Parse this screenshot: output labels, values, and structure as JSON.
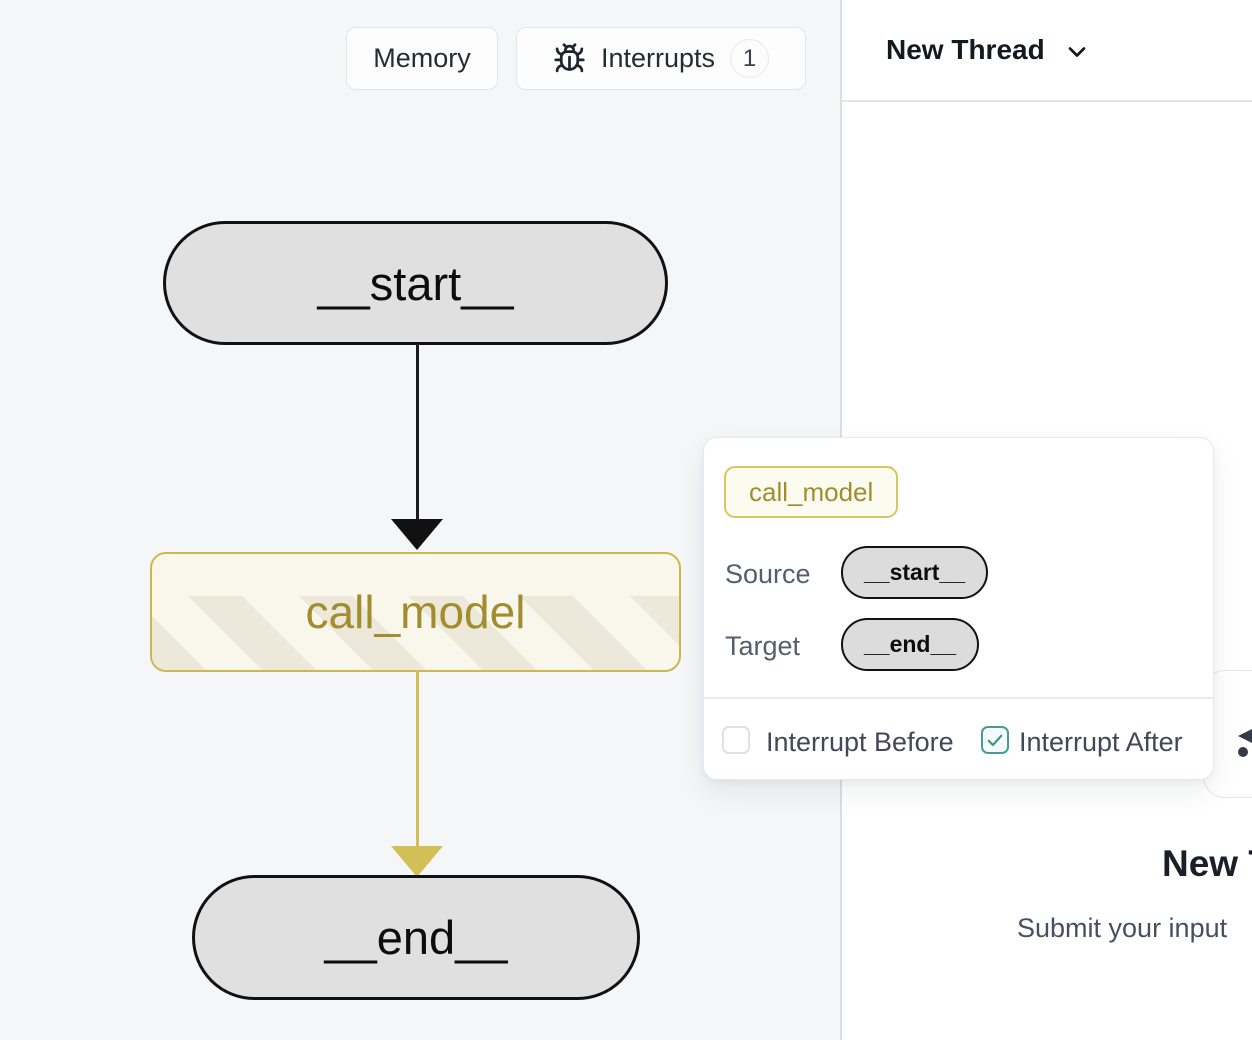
{
  "graph_pane": {
    "toolbar": {
      "memory_label": "Memory",
      "interrupts_label": "Interrupts",
      "interrupts_count": "1"
    },
    "nodes": {
      "start": {
        "label": "__start__"
      },
      "call_model": {
        "label": "call_model"
      },
      "end": {
        "label": "__end__"
      }
    },
    "edges": [
      {
        "from": "__start__",
        "to": "call_model",
        "color": "#1b1b1b"
      },
      {
        "from": "call_model",
        "to": "__end__",
        "color": "#d2bf55"
      }
    ]
  },
  "thread_panel": {
    "header_title": "New Thread",
    "empty_state": {
      "title": "New Thread",
      "subtitle": "Submit your input"
    }
  },
  "popover": {
    "node_badge": "call_model",
    "source_label": "Source",
    "source_value": "__start__",
    "target_label": "Target",
    "target_value": "__end__",
    "interrupt_before_label": "Interrupt Before",
    "interrupt_before_checked": false,
    "interrupt_after_label": "Interrupt After",
    "interrupt_after_checked": true
  },
  "colors": {
    "canvas_bg": "#f5f6f8",
    "node_fill_gray": "#e0e0e0",
    "node_fill_cream": "#f9f7ec",
    "accent_yellow": "#d2bf55",
    "olive_text": "#a18d30",
    "teal_checkbox": "#4a9c92"
  }
}
